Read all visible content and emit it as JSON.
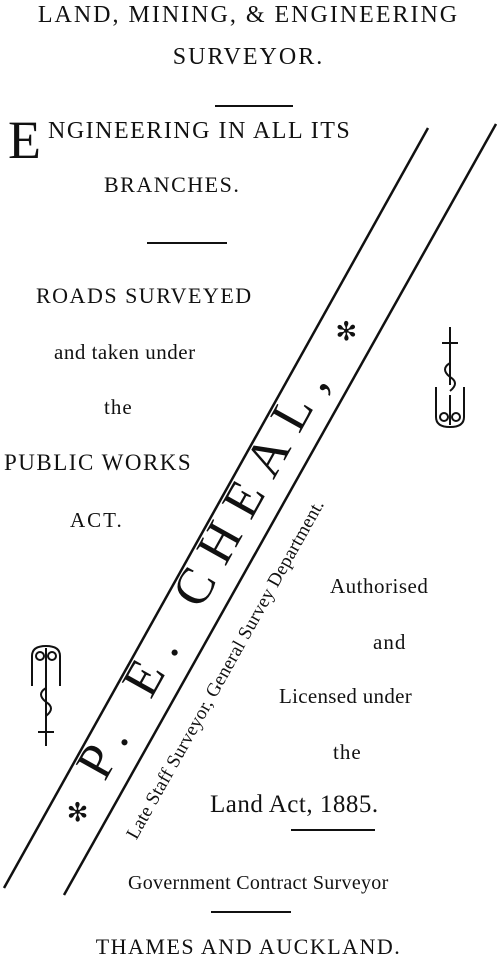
{
  "header": {
    "line1": "LAND, MINING, & ENGINEERING",
    "line2": "SURVEYOR."
  },
  "engineering": {
    "drop_cap": "E",
    "line1_rest": "NGINEERING IN ALL ITS",
    "line2": "BRANCHES."
  },
  "roads": {
    "line1": "ROADS SURVEYED",
    "line2": "and taken under",
    "line3": "the",
    "line4": "PUBLIC WORKS",
    "line5": "ACT."
  },
  "band": {
    "name": "P. E. CHEAL,",
    "subtitle": "Late Staff Surveyor, General Survey Department."
  },
  "authorised": {
    "line1": "Authorised",
    "line2": "and",
    "line3": "Licensed under",
    "line4": "the",
    "line5": "Land Act, 1885."
  },
  "government": "Government Contract Surveyor",
  "footer": "THAMES AND AUCKLAND."
}
